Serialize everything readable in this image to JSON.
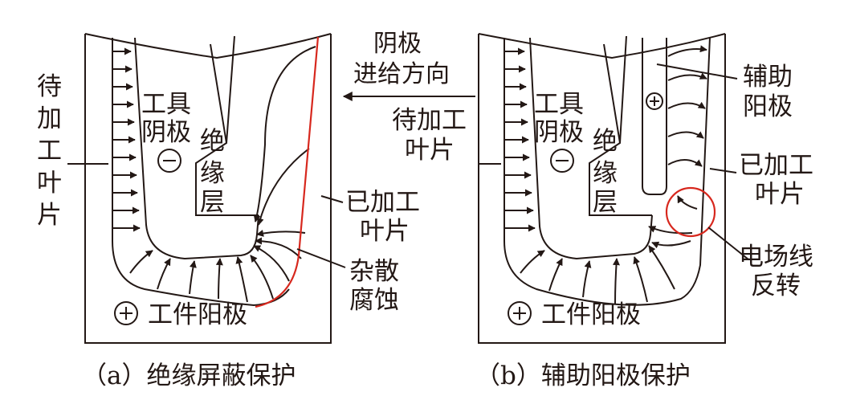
{
  "colors": {
    "ink": "#231815",
    "highlight": "#d7281e"
  },
  "center": {
    "feed_line1": "阴极",
    "feed_line2": "进给方向"
  },
  "panel_a": {
    "blank_l1": "待",
    "blank_l2": "加",
    "blank_l3": "工",
    "blank_l4": "叶",
    "blank_l5": "片",
    "cathode_l1": "工具",
    "cathode_l2": "阴极",
    "ins_l1": "绝",
    "ins_l2": "缘",
    "ins_l3": "层",
    "done_l1": "已加工",
    "done_l2": "叶片",
    "stray_l1": "杂散",
    "stray_l2": "腐蚀",
    "workpiece": "工件阳极",
    "caption": "（a）绝缘屏蔽保护"
  },
  "panel_b": {
    "blank_l1": "待加工",
    "blank_l2": "叶片",
    "cathode_l1": "工具",
    "cathode_l2": "阴极",
    "ins_l1": "绝",
    "ins_l2": "缘",
    "ins_l3": "层",
    "aux_l1": "辅助",
    "aux_l2": "阳极",
    "done_l1": "已加工",
    "done_l2": "叶片",
    "rev_l1": "电场线",
    "rev_l2": "反转",
    "workpiece": "工件阳极",
    "caption": "（b）辅助阳极保护"
  },
  "icons": {
    "minus_sign": "−",
    "plus_sign": "+"
  }
}
